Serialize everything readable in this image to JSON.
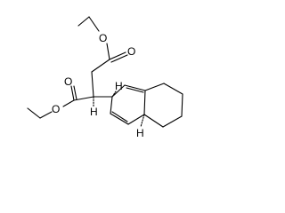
{
  "molecule": {
    "atoms": {
      "ester_top_O_single": "O",
      "ester_top_O_double": "O",
      "ester_left_O_double": "O",
      "ester_left_O_single": "O",
      "stereo_H_alpha": "H",
      "stereo_H_ring_top": "H",
      "stereo_H_ring_bottom": "H"
    },
    "colors": {
      "bond": "#000000",
      "label": "#000000"
    }
  }
}
